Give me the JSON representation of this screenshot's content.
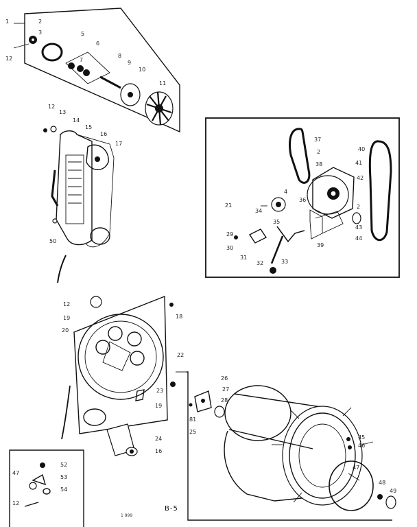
{
  "page_number": "B-5",
  "footer_code": "1 999",
  "part_labels": {
    "p1": "1",
    "p2": "2",
    "p3": "3",
    "p5": "5",
    "p6": "6",
    "p7": "7",
    "p8": "8",
    "p9": "9",
    "p10": "10",
    "p11": "11",
    "p12": "12",
    "h12": "12",
    "h13": "13",
    "h14": "14",
    "h15": "15",
    "h16": "16",
    "h17": "17",
    "h50": "50",
    "m37": "37",
    "m2a": "2",
    "m38": "38",
    "m41": "41",
    "m40": "40",
    "m4": "4",
    "m42": "42",
    "m36": "36",
    "m21": "21",
    "m34": "34",
    "m35": "35",
    "m2b": "2",
    "m43": "43",
    "m44": "44",
    "m29": "29",
    "m39": "39",
    "m30": "30",
    "m31": "31",
    "m32": "32",
    "m33": "33",
    "b12": "12",
    "b19": "19",
    "b20": "20",
    "b18": "18",
    "b23": "23",
    "b19b": "19",
    "b24": "24",
    "b16": "16",
    "d22": "22",
    "d26": "26",
    "d27": "27",
    "d28": "28",
    "d81": "81",
    "d25": "25",
    "d45": "45",
    "d46": "46",
    "d47": "47",
    "d48": "48",
    "d49": "49",
    "i47": "47",
    "i52": "52",
    "i53": "53",
    "i54": "54",
    "i12": "12"
  }
}
